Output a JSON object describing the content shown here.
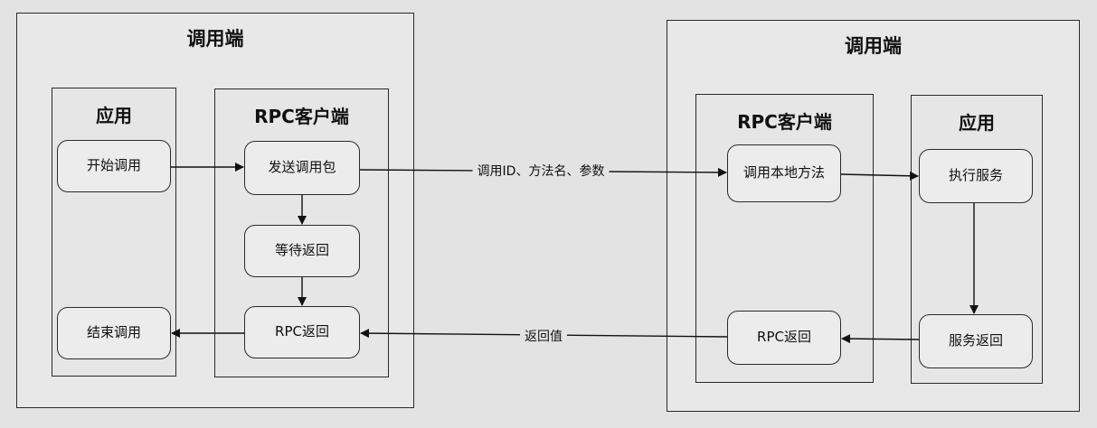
{
  "left_side": {
    "title": "调用端",
    "app": {
      "title": "应用",
      "start_call": "开始调用",
      "end_call": "结束调用"
    },
    "rpc_client": {
      "title": "RPC客户端",
      "send_packet": "发送调用包",
      "wait_return": "等待返回",
      "rpc_return": "RPC返回"
    }
  },
  "right_side": {
    "title": "调用端",
    "rpc_client": {
      "title": "RPC客户端",
      "call_local_method": "调用本地方法",
      "rpc_return": "RPC返回"
    },
    "app": {
      "title": "应用",
      "execute_service": "执行服务",
      "service_return": "服务返回"
    }
  },
  "edges": {
    "request_label": "调用ID、方法名、参数",
    "response_label": "返回值"
  }
}
